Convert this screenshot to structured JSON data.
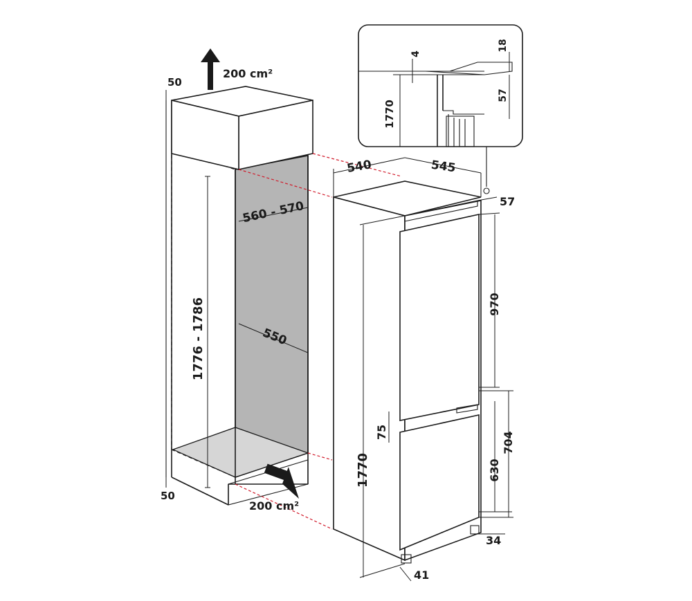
{
  "labels": {
    "vent_top": "200 cm²",
    "vent_bottom": "200 cm²",
    "clear_top": "50",
    "clear_bottom": "50",
    "niche_height": "1776 - 1786",
    "niche_width": "560 - 570",
    "niche_depth": "550",
    "appliance_depth": "540",
    "appliance_width": "545",
    "top_gap": "57",
    "upper_door": "970",
    "door_gap": "75",
    "lower_door": "630",
    "lower_total": "704",
    "plinth": "34",
    "foot": "41",
    "appliance_height": "1770",
    "detail_4": "4",
    "detail_18": "18",
    "detail_57": "57",
    "detail_1770": "1770"
  },
  "colors": {
    "line": "#1a1a1a",
    "niche_fill": "#b5b5b5",
    "niche_floor": "#d6d6d6",
    "guide_red": "#d11a2a"
  }
}
